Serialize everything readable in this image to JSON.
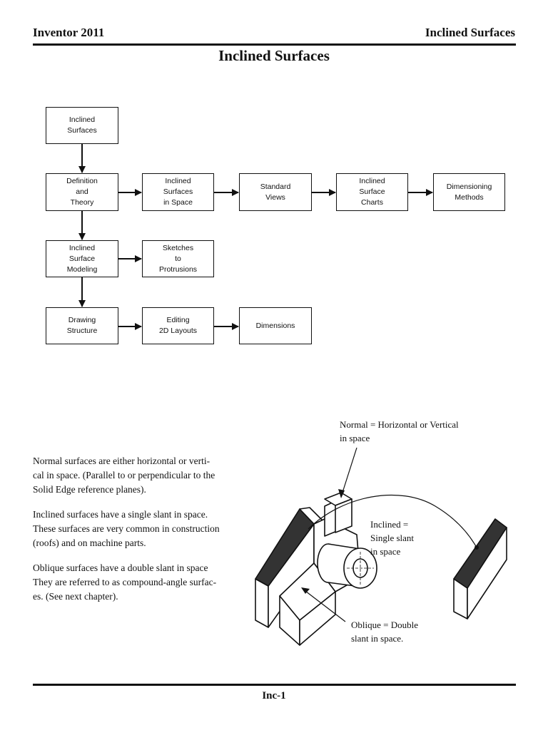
{
  "header": {
    "left": "Inventor 2011",
    "right": "Inclined Surfaces"
  },
  "title": "Inclined Surfaces",
  "flowchart": {
    "inclined_surfaces": "Inclined\nSurfaces",
    "definition_theory": "Definition\nand\nTheory",
    "inclined_in_space": "Inclined\nSurfaces\nin Space",
    "standard_views": "Standard\nViews",
    "inclined_surface_charts": "Inclined\nSurface\nCharts",
    "dimensioning_methods": "Dimensioning\nMethods",
    "inclined_surface_modeling": "Inclined\nSurface\nModeling",
    "sketches_to_protrusions": "Sketches\nto\nProtrusions",
    "drawing_structure": "Drawing\nStructure",
    "editing_2d_layouts": "Editing\n2D Layouts",
    "dimensions": "Dimensions"
  },
  "paragraphs": {
    "normal": "Normal surfaces are either horizontal or verti-\ncal in space. (Parallel to or perpendicular to the\nSolid Edge reference planes).",
    "inclined": "Inclined surfaces have a single slant in space.\nThese surfaces are very common in construction\n(roofs) and on machine parts.",
    "oblique": "Oblique surfaces have a double slant in space\nThey are referred to as compound-angle surfac-\nes. (See next chapter)."
  },
  "callouts": {
    "normal": "Normal = Horizontal or Vertical\nin space",
    "inclined": "Inclined =\nSingle slant\nin space",
    "oblique": "Oblique = Double\nslant in space."
  },
  "footer": {
    "page": "Inc-1"
  }
}
